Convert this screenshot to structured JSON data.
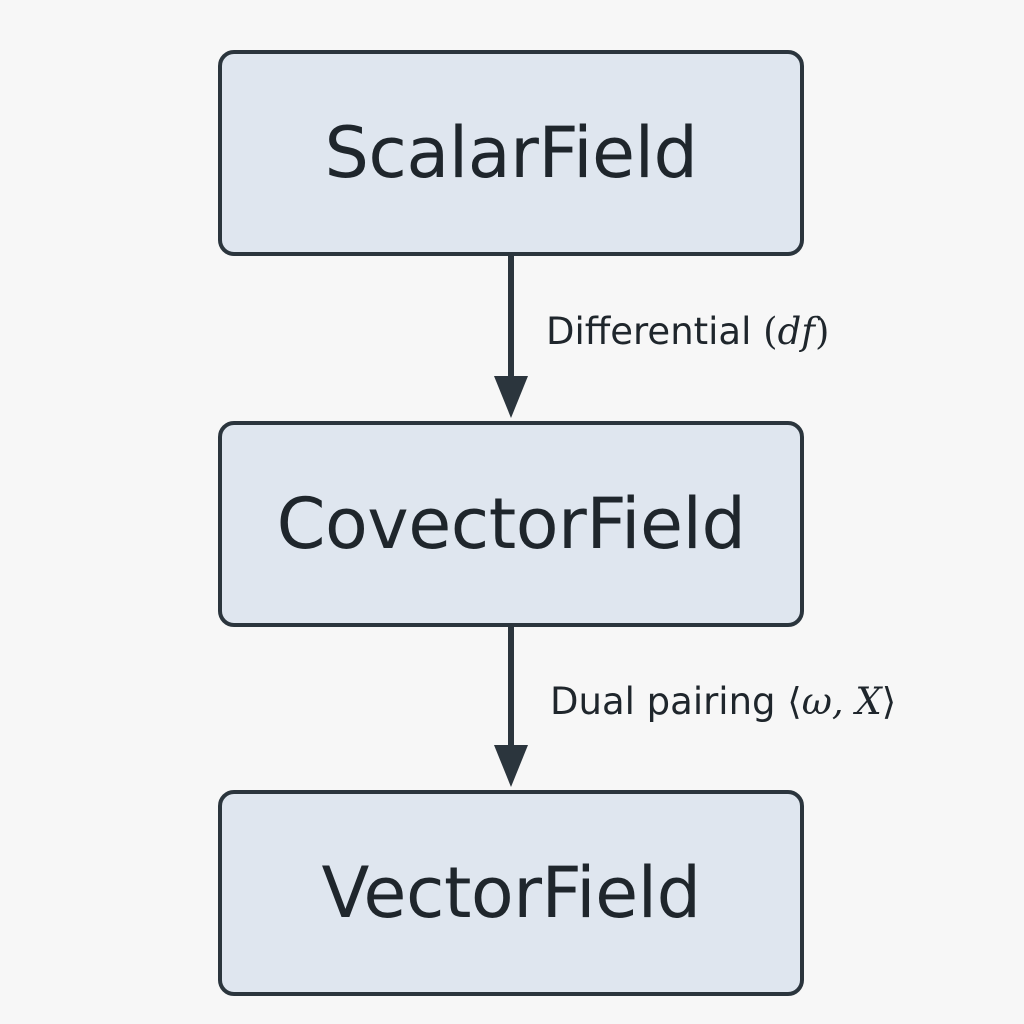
{
  "nodes": {
    "scalar": "ScalarField",
    "covector": "CovectorField",
    "vector": "VectorField"
  },
  "edges": {
    "differential": {
      "label": "Differential",
      "open": "(",
      "symbol": "df",
      "close": ")"
    },
    "pairing": {
      "label": "Dual pairing",
      "open": "⟨",
      "symbol": "ω, X",
      "close": "⟩"
    }
  },
  "colors": {
    "node_fill": "#dfe6ef",
    "node_border": "#2b353d",
    "arrow": "#2b353d",
    "background": "#f7f7f7"
  }
}
